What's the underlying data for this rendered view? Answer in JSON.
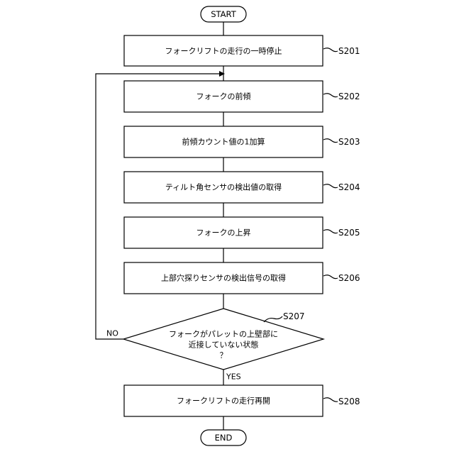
{
  "flowchart": {
    "start_label": "START",
    "end_label": "END",
    "steps": [
      {
        "id": "S201",
        "text": "フォークリフトの走行の一時停止"
      },
      {
        "id": "S202",
        "text": "フォークの前傾"
      },
      {
        "id": "S203",
        "text": "前傾カウント値の1加算"
      },
      {
        "id": "S204",
        "text": "ティルト角センサの検出値の取得"
      },
      {
        "id": "S205",
        "text": "フォークの上昇"
      },
      {
        "id": "S206",
        "text": "上部穴探りセンサの検出信号の取得"
      }
    ],
    "decision": {
      "id": "S207",
      "line1": "フォークがパレットの上壁部に",
      "line2": "近接していない状態",
      "line3": "？",
      "no_label": "NO",
      "yes_label": "YES"
    },
    "final_step": {
      "id": "S208",
      "text": "フォークリフトの走行再開"
    }
  }
}
